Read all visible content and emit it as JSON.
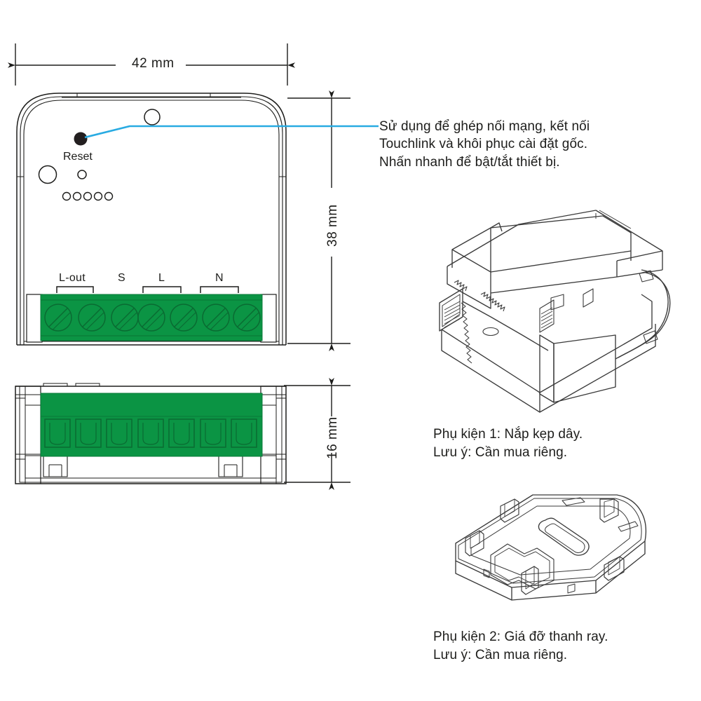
{
  "page": {
    "title": "Sơ đồ kích thước thiết bị",
    "background": "#ffffff"
  },
  "colors": {
    "line": "#1d1d1b",
    "terminal_green": "#0b9444",
    "terminal_green_dark": "#0a7a38",
    "callout_blue": "#29abe2",
    "text": "#1d1d1b"
  },
  "dimensions": {
    "width_label": "42 mm",
    "height_label": "38 mm",
    "depth_label": "16 mm"
  },
  "top_view": {
    "reset_label": "Reset",
    "terminals": [
      {
        "label": "L-out",
        "span": 2
      },
      {
        "label": "S",
        "span": 1
      },
      {
        "label": "L",
        "span": 2
      },
      {
        "label": "N",
        "span": 2
      }
    ],
    "screw_count": 7,
    "led_count": 5
  },
  "side_view": {
    "port_count": 7
  },
  "callout": {
    "text": "Sử dụng để ghép nối mạng, kết nối\nTouchlink và khôi phục cài đặt gốc.\nNhấn nhanh để bật/tắt thiết bị."
  },
  "accessories": [
    {
      "id": "accessory-1",
      "caption": "Phụ kiện 1: Nắp kẹp dây.\nLưu ý: Cần mua riêng.",
      "name": "cable-clamp-cover"
    },
    {
      "id": "accessory-2",
      "caption": "Phụ kiện 2: Giá đỡ thanh ray.\nLưu ý: Cần mua riêng.",
      "name": "din-rail-bracket"
    }
  ]
}
